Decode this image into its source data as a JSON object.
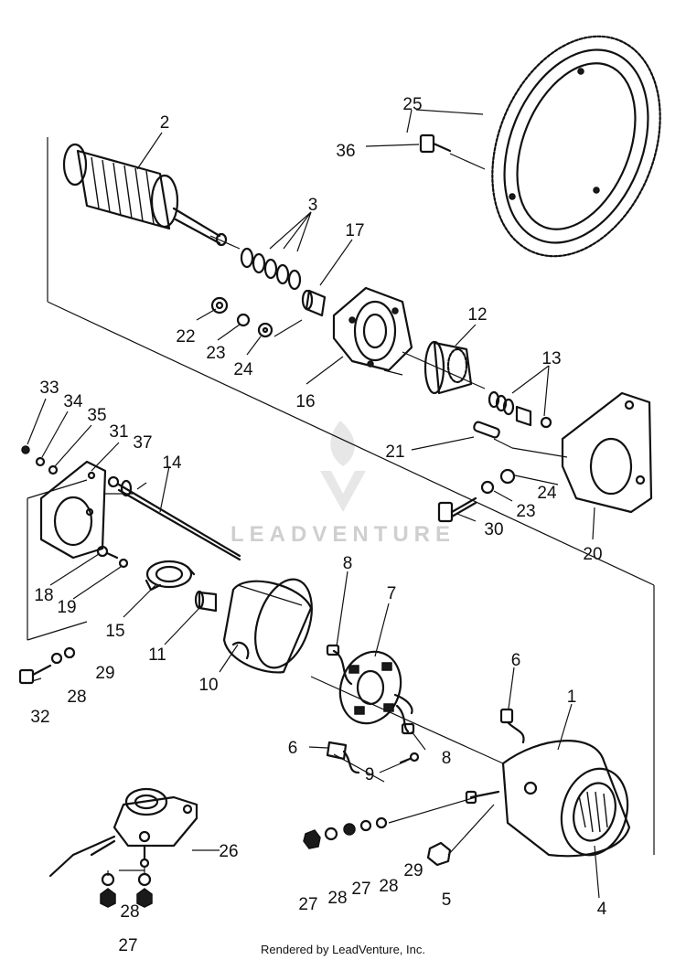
{
  "diagram": {
    "watermark": "LEADVENTURE",
    "footer": "Rendered by LeadVenture, Inc.",
    "callouts": {
      "n1": "1",
      "n2": "2",
      "n3": "3",
      "n4": "4",
      "n5": "5",
      "n6a": "6",
      "n6b": "6",
      "n7": "7",
      "n8a": "8",
      "n8b": "8",
      "n9": "9",
      "n10": "10",
      "n11": "11",
      "n12": "12",
      "n13": "13",
      "n14": "14",
      "n15": "15",
      "n16": "16",
      "n17": "17",
      "n18": "18",
      "n19": "19",
      "n20": "20",
      "n21": "21",
      "n22": "22",
      "n23a": "23",
      "n23b": "23",
      "n24a": "24",
      "n24b": "24",
      "n25": "25",
      "n26": "26",
      "n27a": "27",
      "n27b": "27",
      "n27c": "27",
      "n28a": "28",
      "n28b": "28",
      "n28c": "28",
      "n28d": "28",
      "n29a": "29",
      "n29b": "29",
      "n30": "30",
      "n31": "31",
      "n32": "32",
      "n33": "33",
      "n34": "34",
      "n35": "35",
      "n36": "36",
      "n37": "37"
    }
  }
}
